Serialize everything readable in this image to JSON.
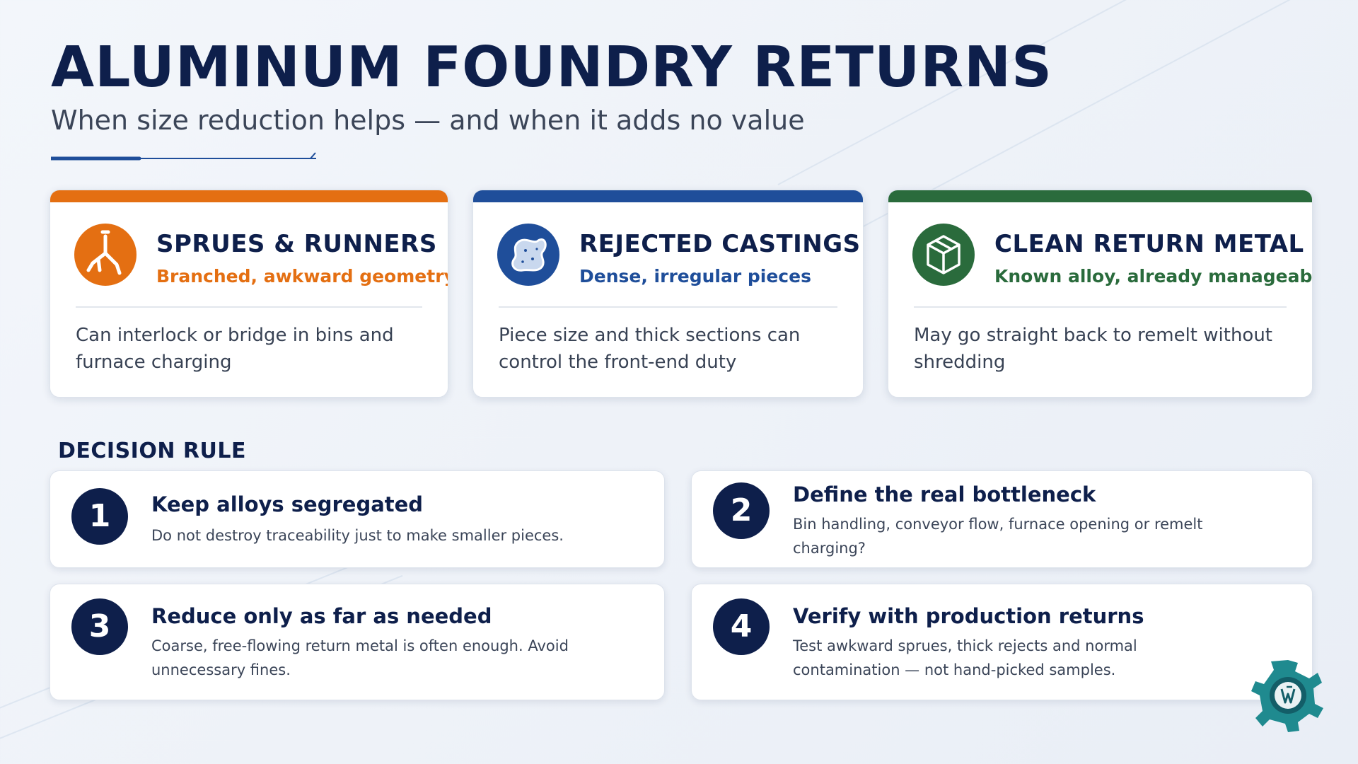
{
  "header": {
    "title": "ALUMINUM FOUNDRY RETURNS",
    "subtitle": "When size reduction helps — and when it adds no value"
  },
  "cards": [
    {
      "title": "SPRUES & RUNNERS",
      "subtitle": "Branched, awkward geometry",
      "body": "Can interlock or bridge in bins and furnace charging",
      "accent": "#e46f12",
      "icon": "branch-sprue-icon"
    },
    {
      "title": "REJECTED CASTINGS",
      "subtitle": "Dense, irregular pieces",
      "body": "Piece size and thick sections can control the front-end duty",
      "accent": "#1f4e9a",
      "icon": "casting-blob-icon"
    },
    {
      "title": "CLEAN RETURN METAL",
      "subtitle": "Known alloy, already manageable",
      "body": "May go straight back to remelt without shredding",
      "accent": "#2a6b3c",
      "icon": "ingot-cube-icon"
    }
  ],
  "decision": {
    "label": "DECISION RULE",
    "rules": [
      {
        "number": "1",
        "title": "Keep alloys segregated",
        "desc": "Do not destroy traceability just to make smaller pieces."
      },
      {
        "number": "2",
        "title": "Define the real bottleneck",
        "desc": "Bin handling, conveyor flow, furnace opening or remelt charging?"
      },
      {
        "number": "3",
        "title": "Reduce only as far as needed",
        "desc": "Coarse, free-flowing return metal is often enough. Avoid unnecessary fines."
      },
      {
        "number": "4",
        "title": "Verify with production returns",
        "desc": "Test awkward sprues, thick rejects and normal contamination — not hand-picked samples."
      }
    ]
  },
  "colors": {
    "navy": "#0e1f4b",
    "orange": "#e46f12",
    "blue": "#1f4e9a",
    "green": "#2a6b3c",
    "teal": "#1f8a8f"
  },
  "badge": {
    "icon": "shredder-logo-icon"
  }
}
